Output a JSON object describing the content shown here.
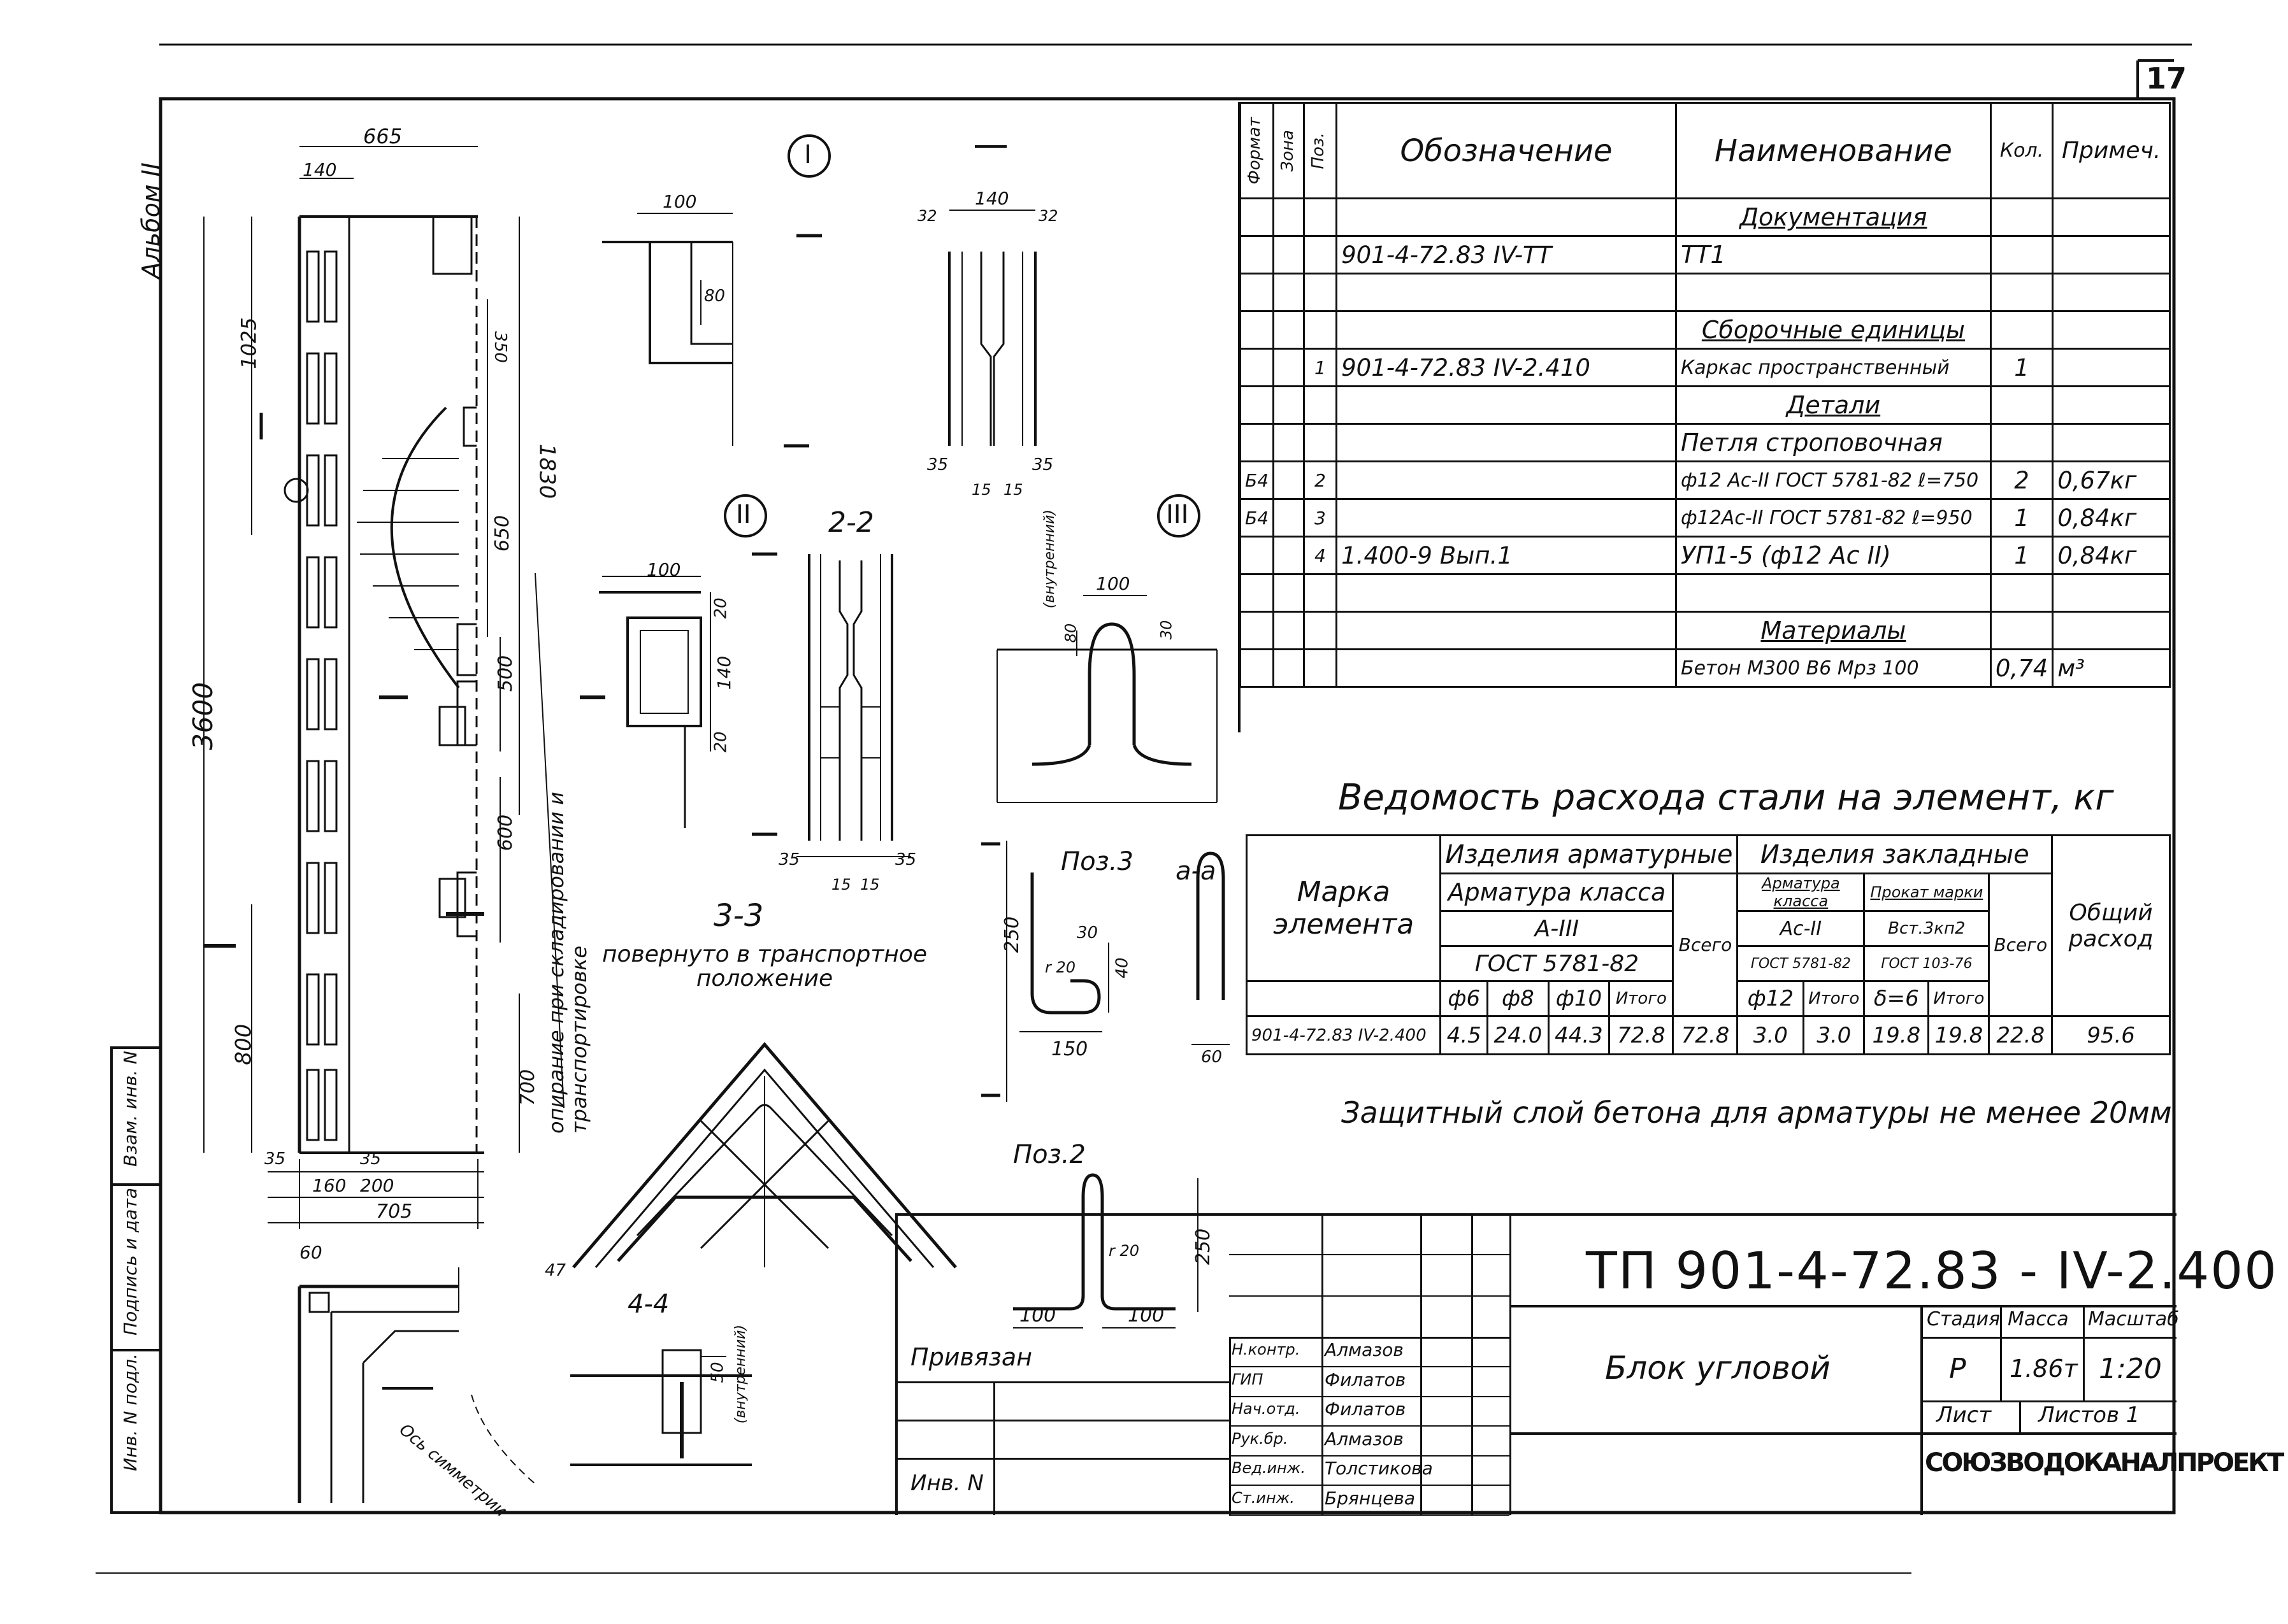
{
  "sheet_number": "17",
  "side_stamp": "Альбом II",
  "spec_table": {
    "headers": {
      "format": "Формат",
      "zone": "Зона",
      "pos": "Поз.",
      "designation": "Обозначение",
      "name": "Наименование",
      "qty": "Кол.",
      "note": "Примеч."
    },
    "rows": [
      {
        "format": "",
        "pos": "",
        "designation": "",
        "name": "Документация",
        "qty": "",
        "note": ""
      },
      {
        "format": "",
        "pos": "",
        "designation": "901-4-72.83 IV-ТТ",
        "name": "ТТ1",
        "qty": "",
        "note": ""
      },
      {
        "format": "",
        "pos": "",
        "designation": "",
        "name": "",
        "qty": "",
        "note": ""
      },
      {
        "format": "",
        "pos": "",
        "designation": "",
        "name": "Сборочные единицы",
        "qty": "",
        "note": ""
      },
      {
        "format": "",
        "pos": "1",
        "designation": "901-4-72.83 IV-2.410",
        "name": "Каркас пространственный",
        "qty": "1",
        "note": ""
      },
      {
        "format": "",
        "pos": "",
        "designation": "",
        "name": "Детали",
        "qty": "",
        "note": ""
      },
      {
        "format": "",
        "pos": "",
        "designation": "",
        "name": "Петля строповочная",
        "qty": "",
        "note": ""
      },
      {
        "format": "Б4",
        "pos": "2",
        "designation": "",
        "name": "ф12 Ас-II ГОСТ 5781-82 ℓ=750",
        "qty": "2",
        "note": "0,67кг"
      },
      {
        "format": "Б4",
        "pos": "3",
        "designation": "",
        "name": "ф12Ас-II ГОСТ 5781-82 ℓ=950",
        "qty": "1",
        "note": "0,84кг"
      },
      {
        "format": "",
        "pos": "4",
        "designation": "1.400-9 Вып.1",
        "name": "УП1-5 (ф12 Ас II)",
        "qty": "1",
        "note": "0,84кг"
      },
      {
        "format": "",
        "pos": "",
        "designation": "",
        "name": "",
        "qty": "",
        "note": ""
      },
      {
        "format": "",
        "pos": "",
        "designation": "",
        "name": "Материалы",
        "qty": "",
        "note": ""
      },
      {
        "format": "",
        "pos": "",
        "designation": "",
        "name": "Бетон М300 В6 Мрз 100",
        "qty": "0,74",
        "note": "м³"
      }
    ]
  },
  "steel": {
    "title": "Ведомость расхода стали на элемент, кг",
    "h_mark": "Марка элемента",
    "h_reinf": "Изделия арматурные",
    "h_embed": "Изделия закладные",
    "h_rebar": "Арматура класса",
    "h_class": "А-III",
    "h_gost": "ГОСТ 5781-82",
    "h_rebar2": "Арматура класса",
    "h_class2": "Ас-II",
    "h_gost2": "ГОСТ 5781-82",
    "h_rolled": "Прокат марки",
    "h_rolled_grade": "Вст.3кп2",
    "h_gost3": "ГОСТ 103-76",
    "h_total": "Всего",
    "h_total2": "Всего",
    "h_overall": "Общий расход",
    "h_d6": "ф6",
    "h_d8": "ф8",
    "h_d10": "ф10",
    "h_itogo": "Итого",
    "h_d12": "ф12",
    "h_itogo2": "Итого",
    "h_delta": "δ=6",
    "h_itogo3": "Итого",
    "row": {
      "mark": "901-4-72.83 IV-2.400",
      "d6": "4.5",
      "d8": "24.0",
      "d10": "44.3",
      "itogo": "72.8",
      "total": "72.8",
      "d12": "3.0",
      "itogo2": "3.0",
      "delta": "19.8",
      "itogo3": "19.8",
      "total2": "22.8",
      "overall": "95.6"
    }
  },
  "note_cover": "Защитный слой бетона для арматуры не менее 20мм",
  "title_block": {
    "code": "ТП 901-4-72.83 - IV-2.400",
    "object": "Блок угловой",
    "stage_label": "Стадия",
    "mass_label": "Масса",
    "scale_label": "Масштаб",
    "stage": "Р",
    "mass": "1.86т",
    "scale": "1:20",
    "sheet_label": "Лист",
    "sheets_label": "Листов 1",
    "org": "СОЮЗВОДОКАНАЛПРОЕКТ",
    "bind_label": "Привязан",
    "inv_label": "Инв. N",
    "signers": [
      {
        "role": "Н.контр.",
        "name": "Алмазов"
      },
      {
        "role": "ГИП",
        "name": "Филатов"
      },
      {
        "role": "Нач.отд.",
        "name": "Филатов"
      },
      {
        "role": "Рук.бр.",
        "name": "Алмазов"
      },
      {
        "role": "Вед.инж.",
        "name": "Толстикова"
      },
      {
        "role": "Ст.инж.",
        "name": "Брянцева"
      }
    ]
  },
  "left_strip": {
    "inv": "Инв. N подл.",
    "sign": "Подпись и дата",
    "replace": "Взам. инв. N"
  },
  "labels": {
    "I": "I",
    "II": "II",
    "III": "III",
    "sec22": "2-2",
    "sec33": "3-3",
    "sec44": "4-4",
    "secaa": "а-а",
    "pos3": "Поз.3",
    "pos2": "Поз.2",
    "rotated": "повернуто в транспортное положение",
    "support": "опирание при складировании и транспортировке",
    "inner": "(внутренний)",
    "axis_sym": "Ось симметрии"
  },
  "dims": {
    "d665": "665",
    "d140": "140",
    "d3600": "3600",
    "d1025": "1025",
    "d1830": "1830",
    "d800": "800",
    "d700": "700",
    "d600": "600",
    "d500": "500",
    "d650": "650",
    "d350": "350",
    "d705": "705",
    "d160": "160",
    "d200": "200",
    "d35": "35",
    "d15": "15",
    "d20": "20",
    "d100": "100",
    "d80": "80",
    "d30": "30",
    "d40": "40",
    "d250": "250",
    "d150": "150",
    "d60": "60",
    "d50": "50",
    "d47": "47",
    "dr20": "r 20",
    "d32": "32"
  }
}
